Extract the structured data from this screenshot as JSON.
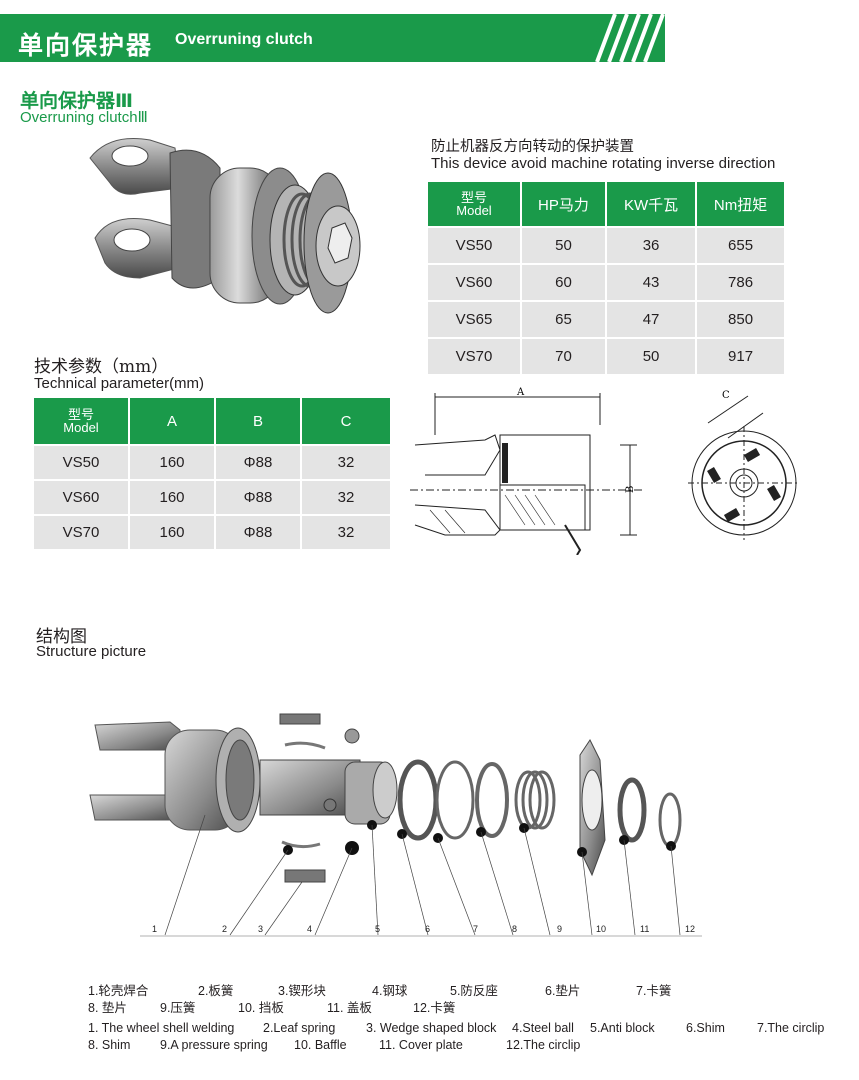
{
  "header": {
    "title_cn": "单向保护器",
    "title_en": "Overruning clutch"
  },
  "product": {
    "name_cn": "单向保护器Ⅲ",
    "name_en": "Overruning clutchⅢ"
  },
  "device": {
    "desc_cn": "防止机器反方向转动的保护装置",
    "desc_en": "This device avoid machine rotating inverse direction",
    "headers": {
      "model_cn": "型号",
      "model_en": "Model",
      "hp": "HP马力",
      "kw": "KW千瓦",
      "nm": "Nm扭矩"
    },
    "rows": [
      {
        "model": "VS50",
        "hp": "50",
        "kw": "36",
        "nm": "655"
      },
      {
        "model": "VS60",
        "hp": "60",
        "kw": "43",
        "nm": "786"
      },
      {
        "model": "VS65",
        "hp": "65",
        "kw": "47",
        "nm": "850"
      },
      {
        "model": "VS70",
        "hp": "70",
        "kw": "50",
        "nm": "917"
      }
    ]
  },
  "technical": {
    "title_cn": "技术参数（mm）",
    "title_en": "Technical parameter(mm)",
    "headers": {
      "model_cn": "型号",
      "model_en": "Model",
      "a": "A",
      "b": "B",
      "c": "C"
    },
    "rows": [
      {
        "model": "VS50",
        "a": "160",
        "b": "Φ88",
        "c": "32"
      },
      {
        "model": "VS60",
        "a": "160",
        "b": "Φ88",
        "c": "32"
      },
      {
        "model": "VS70",
        "a": "160",
        "b": "Φ88",
        "c": "32"
      }
    ]
  },
  "drawing": {
    "label_a": "A",
    "label_b": "B",
    "label_c": "C"
  },
  "structure": {
    "title_cn": "结构图",
    "title_en": "Structure picture",
    "callouts": [
      "1",
      "2",
      "3",
      "4",
      "5",
      "6",
      "7",
      "8",
      "9",
      "10",
      "11",
      "12"
    ],
    "legend_cn_line1": [
      "1.轮壳焊合",
      "2.板簧",
      "3.锲形块",
      "4.钢球",
      "5.防反座",
      "6.垫片",
      "7.卡簧"
    ],
    "legend_cn_line2": [
      "8. 垫片",
      "9.压簧",
      "10. 挡板",
      "11. 盖板",
      "12.卡簧"
    ],
    "legend_en_line1": [
      "1. The wheel shell welding",
      "2.Leaf spring",
      "3. Wedge shaped block",
      "4.Steel ball",
      "5.Anti block",
      "6.Shim",
      "7.The circlip"
    ],
    "legend_en_line2": [
      "8. Shim",
      "9.A pressure spring",
      "10. Baffle",
      "11.  Cover plate",
      "12.The circlip"
    ]
  }
}
